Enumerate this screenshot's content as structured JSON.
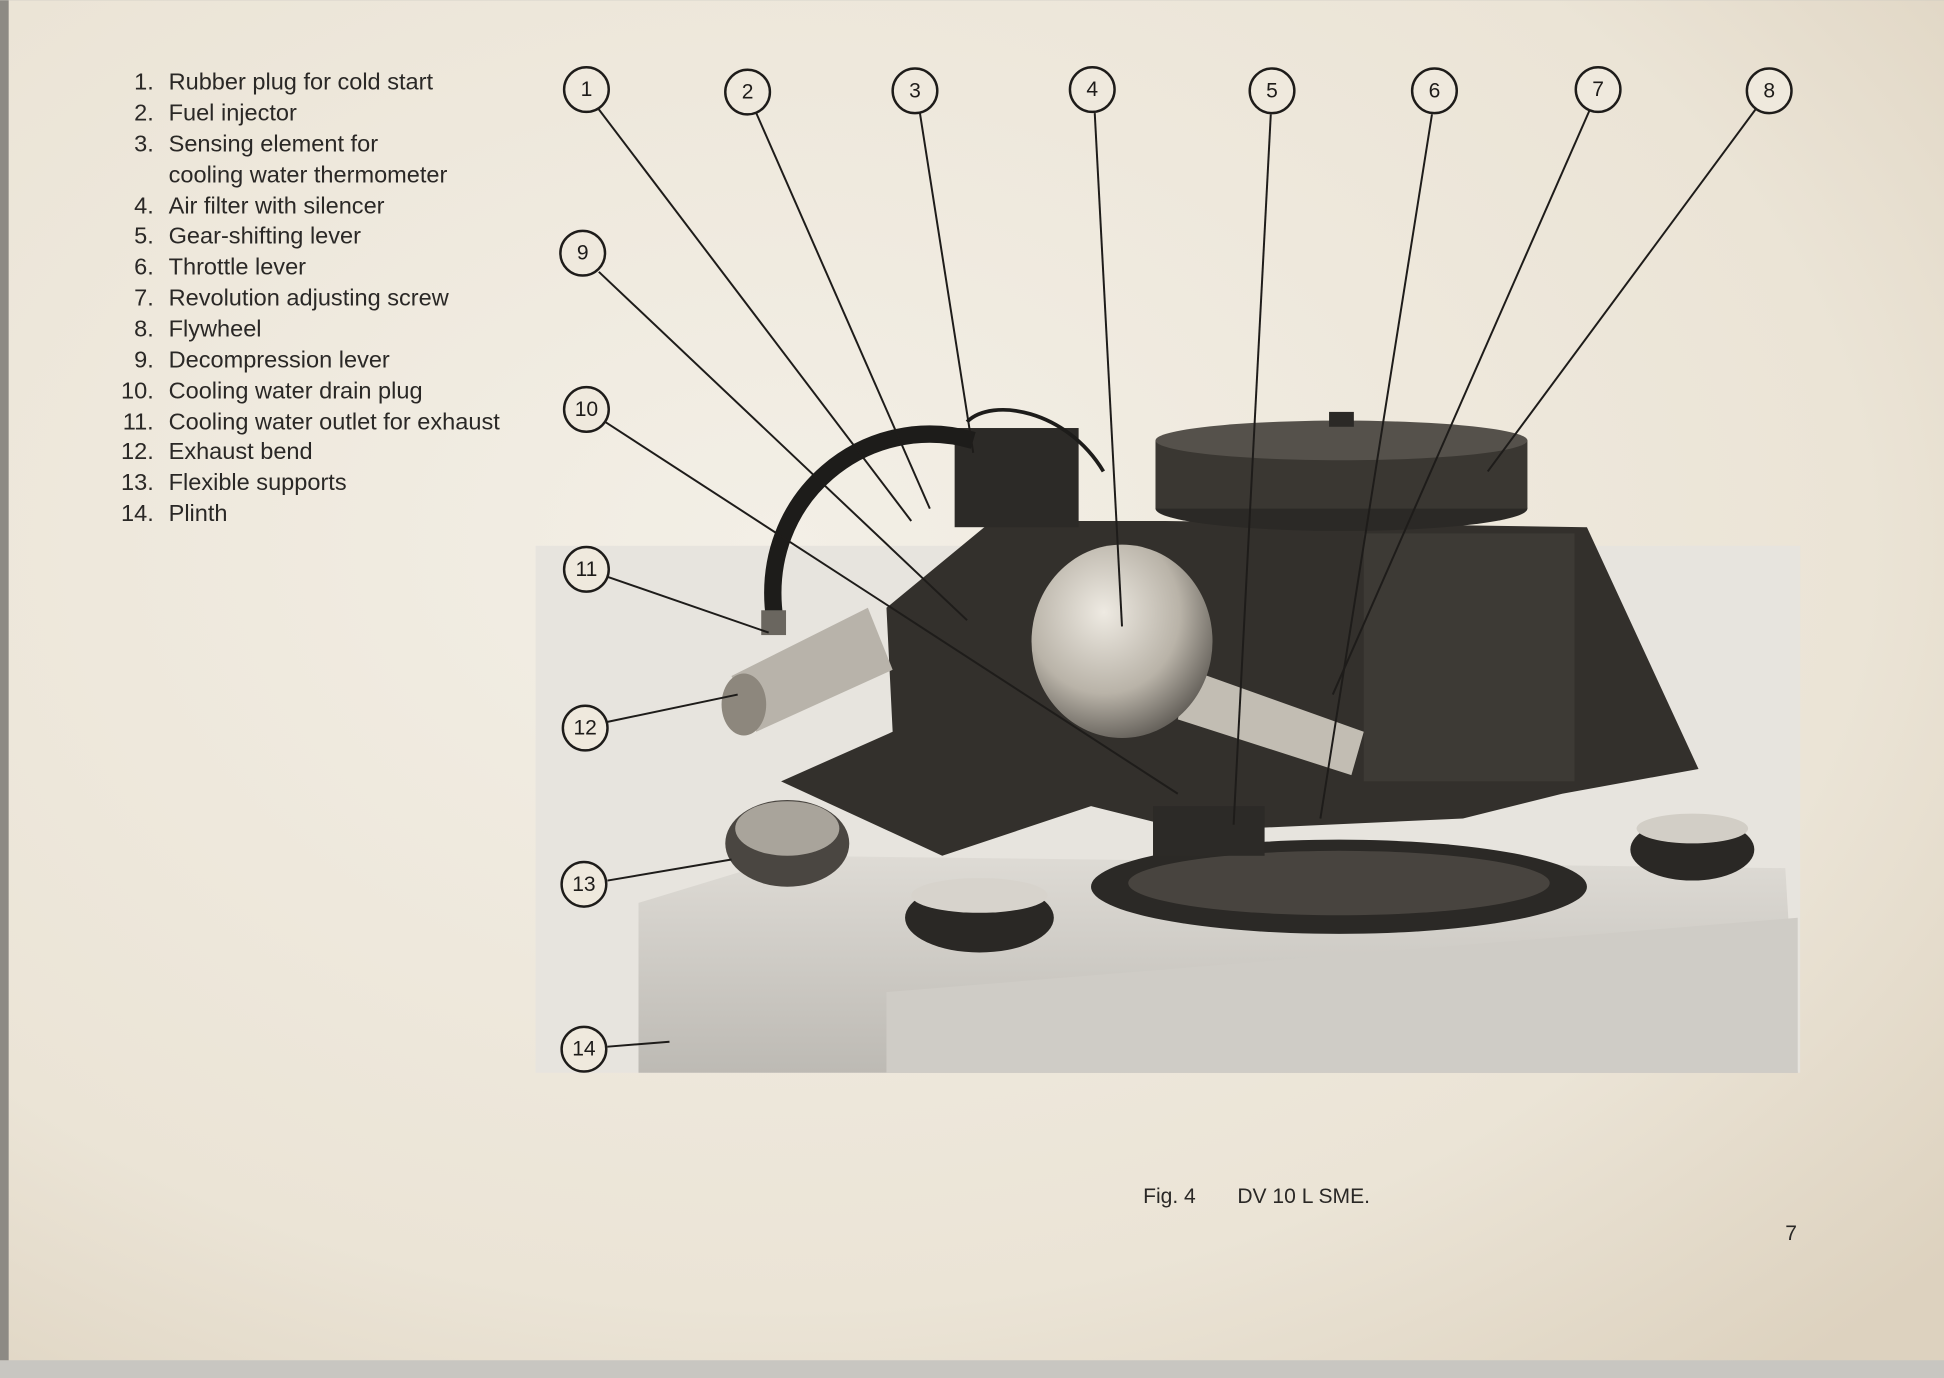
{
  "legend": [
    {
      "num": "1.",
      "text": "Rubber plug for cold start"
    },
    {
      "num": "2.",
      "text": "Fuel injector"
    },
    {
      "num": "3.",
      "text": "Sensing element for",
      "text2": "cooling water thermometer"
    },
    {
      "num": "4.",
      "text": "Air filter with silencer"
    },
    {
      "num": "5.",
      "text": "Gear-shifting lever"
    },
    {
      "num": "6.",
      "text": "Throttle lever"
    },
    {
      "num": "7.",
      "text": "Revolution adjusting screw"
    },
    {
      "num": "8.",
      "text": "Flywheel"
    },
    {
      "num": "9.",
      "text": "Decompression lever"
    },
    {
      "num": "10.",
      "text": "Cooling water drain plug"
    },
    {
      "num": "11.",
      "text": "Cooling water outlet for exhaust"
    },
    {
      "num": "12.",
      "text": "Exhaust bend"
    },
    {
      "num": "13.",
      "text": "Flexible supports"
    },
    {
      "num": "14.",
      "text": "Plinth"
    }
  ],
  "callouts": [
    "1",
    "2",
    "3",
    "4",
    "5",
    "6",
    "7",
    "8",
    "9",
    "10",
    "11",
    "12",
    "13",
    "14"
  ],
  "caption": {
    "fig": "Fig. 4",
    "model": "DV 10 L SME."
  },
  "page_number": "7",
  "colors": {
    "paper": "#ede7db",
    "ink": "#2a2826"
  }
}
